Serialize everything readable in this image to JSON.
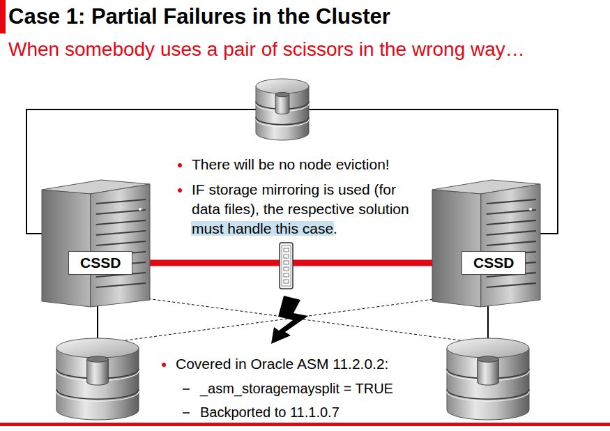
{
  "diagram": {
    "title": "Case 1: Partial Failures in the Cluster",
    "nodes": [
      {
        "text": [
          "CSSD"
        ]
      },
      {
        "text": [
          "CSSD"
        ]
      }
    ],
    "edges": [
      {
        "from": 0,
        "to": 1,
        "arrow": "none"
      }
    ],
    "labels": [
      "When somebody uses a pair of scissors in the wrong way…",
      "There will be no node eviction!",
      "IF storage mirroring is used (for data files), the respective solution must handle this case.",
      "Covered in Oracle ASM 11.2.0.2:",
      "_asm_storagemaysplit = TRUE",
      "Backported to 11.1.0.7"
    ]
  }
}
